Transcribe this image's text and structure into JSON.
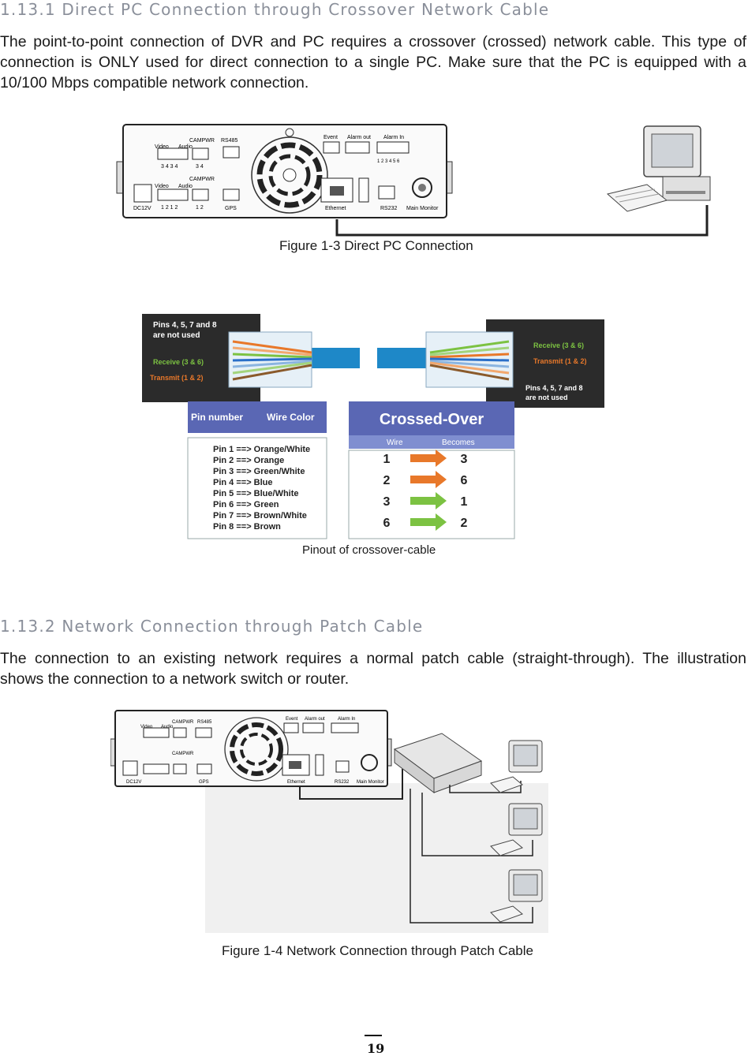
{
  "section1": {
    "heading": "1.13.1 Direct PC Connection through Crossover Network Cable",
    "para_line1": "The point-to-point connection of DVR and PC requires a crossover (crossed) network cable. This type of",
    "para_line2": "connection is ONLY used for direct connection to a single PC. Make sure that the PC is equipped with a",
    "para_line3": "10/100 Mbps compatible network connection."
  },
  "dvr_labels": {
    "campwr": "CAMPWR",
    "rs485": "RS485",
    "video": "Video",
    "audio": "Audio",
    "nums_top": "3 4 3 4",
    "nums_top2": "3 4",
    "nums_bot": "1 2 1 2",
    "nums_bot2": "1 2",
    "event": "Event",
    "alarm_out": "Alarm out",
    "alarm_in": "Alarm In",
    "alarm_nums": "1 2 3 4 5 6",
    "dc12v": "DC12V",
    "gps": "GPS",
    "ethernet": "Ethernet",
    "rs232": "RS232",
    "main_monitor": "Main Monitor"
  },
  "figure1_caption": "Figure 1-3 Direct PC Connection",
  "pinout": {
    "left_note_1": "Pins 4, 5, 7 and 8",
    "left_note_2": "are not used",
    "left_receive": "Receive (3 & 6)",
    "left_transmit": "Transmit (1 & 2)",
    "right_receive": "Receive (3 & 6)",
    "right_transmit": "Transmit (1 & 2)",
    "right_note_1": "Pins 4, 5, 7 and 8",
    "right_note_2": "are not used",
    "table_header_pin": "Pin number",
    "table_header_wire": "Wire Color",
    "pins": [
      "Pin 1 ==> Orange/White",
      "Pin 2 ==> Orange",
      "Pin 3 ==> Green/White",
      "Pin 4 ==> Blue",
      "Pin 5 ==> Blue/White",
      "Pin 6 ==> Green",
      "Pin 7 ==> Brown/White",
      "Pin 8 ==> Brown"
    ],
    "crossed_title": "Crossed-Over",
    "crossed_col_wire": "Wire",
    "crossed_col_becomes": "Becomes",
    "crossed_rows": [
      {
        "wire": "1",
        "becomes": "3",
        "arrow_color": "#e8782a"
      },
      {
        "wire": "2",
        "becomes": "6",
        "arrow_color": "#e8782a"
      },
      {
        "wire": "3",
        "becomes": "1",
        "arrow_color": "#7cc242"
      },
      {
        "wire": "6",
        "becomes": "2",
        "arrow_color": "#7cc242"
      }
    ],
    "caption": "Pinout of crossover-cable"
  },
  "section2": {
    "heading": "1.13.2 Network Connection through Patch Cable",
    "para_line1": "The connection to an existing network requires a normal patch cable (straight-through). The illustration",
    "para_line2": "shows the connection to a network switch or router."
  },
  "figure2_caption": "Figure 1-4 Network Connection through Patch Cable",
  "page_number": "19",
  "colors": {
    "heading_gray": "#8a8f9a",
    "table_header_blue": "#5a67b4",
    "crossed_title_bg": "#5a67b4",
    "cable_blue": "#1e88c8",
    "orange": "#e8782a",
    "green": "#7cc242"
  }
}
